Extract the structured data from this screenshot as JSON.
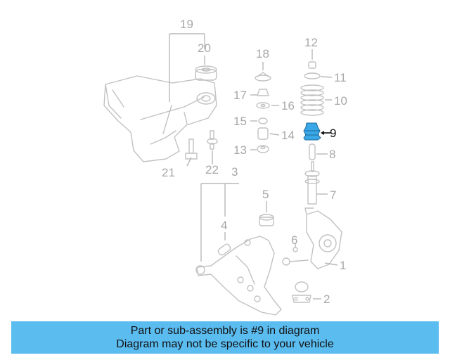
{
  "callouts": {
    "c1": "1",
    "c2": "2",
    "c3": "3",
    "c4": "4",
    "c5": "5",
    "c6": "6",
    "c7": "7",
    "c8": "8",
    "c9": "9",
    "c10": "10",
    "c11": "11",
    "c12": "12",
    "c13": "13",
    "c14": "14",
    "c15": "15",
    "c16": "16",
    "c17": "17",
    "c18": "18",
    "c19": "19",
    "c20": "20",
    "c21": "21",
    "c22": "22"
  },
  "highlighted_part": "9",
  "colors": {
    "highlight_part": "#3aa7e6",
    "caption_background": "#5bbcf0",
    "line_art": "#c2c2c2"
  },
  "caption": {
    "line1": "Part or sub-assembly is #9 in diagram",
    "line2": "Diagram may not be specific to your vehicle"
  }
}
